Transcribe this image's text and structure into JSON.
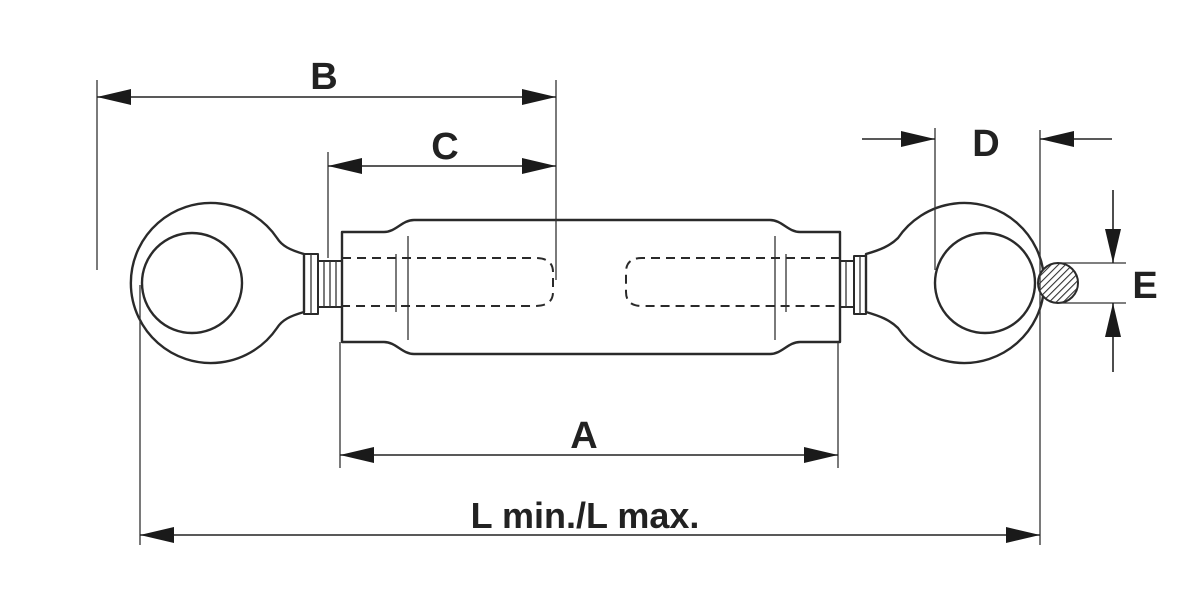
{
  "labels": {
    "A": "A",
    "B": "B",
    "C": "C",
    "D": "D",
    "E": "E",
    "L": "L min./L max."
  }
}
